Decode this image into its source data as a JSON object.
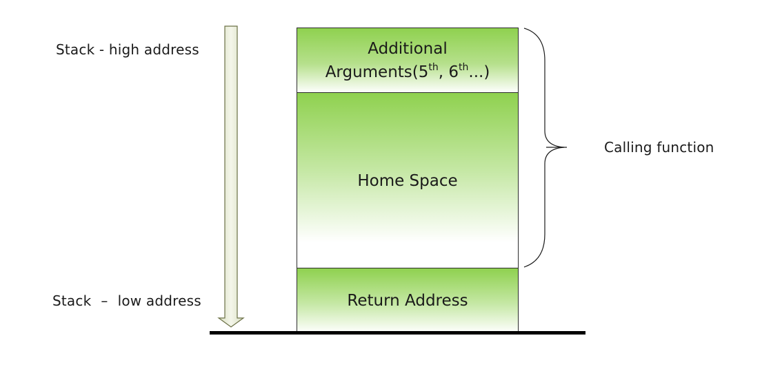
{
  "labels": {
    "stack_high": "Stack - high address",
    "stack_low_word": "Stack",
    "stack_low_dash": "–",
    "stack_low_rest": "low address",
    "calling_function": "Calling function"
  },
  "blocks": {
    "additional_args_line1": "Additional",
    "additional_args_prefix": "Arguments(5",
    "additional_args_sup1": "th",
    "additional_args_mid": ", 6",
    "additional_args_sup2": "th",
    "additional_args_suffix": "...)",
    "home_space": "Home Space",
    "return_address": "Return Address"
  },
  "colors": {
    "block_green": "#8fd14f",
    "arrow_fill": "#e6ead6",
    "arrow_stroke": "#6b7045",
    "line": "#000000"
  }
}
